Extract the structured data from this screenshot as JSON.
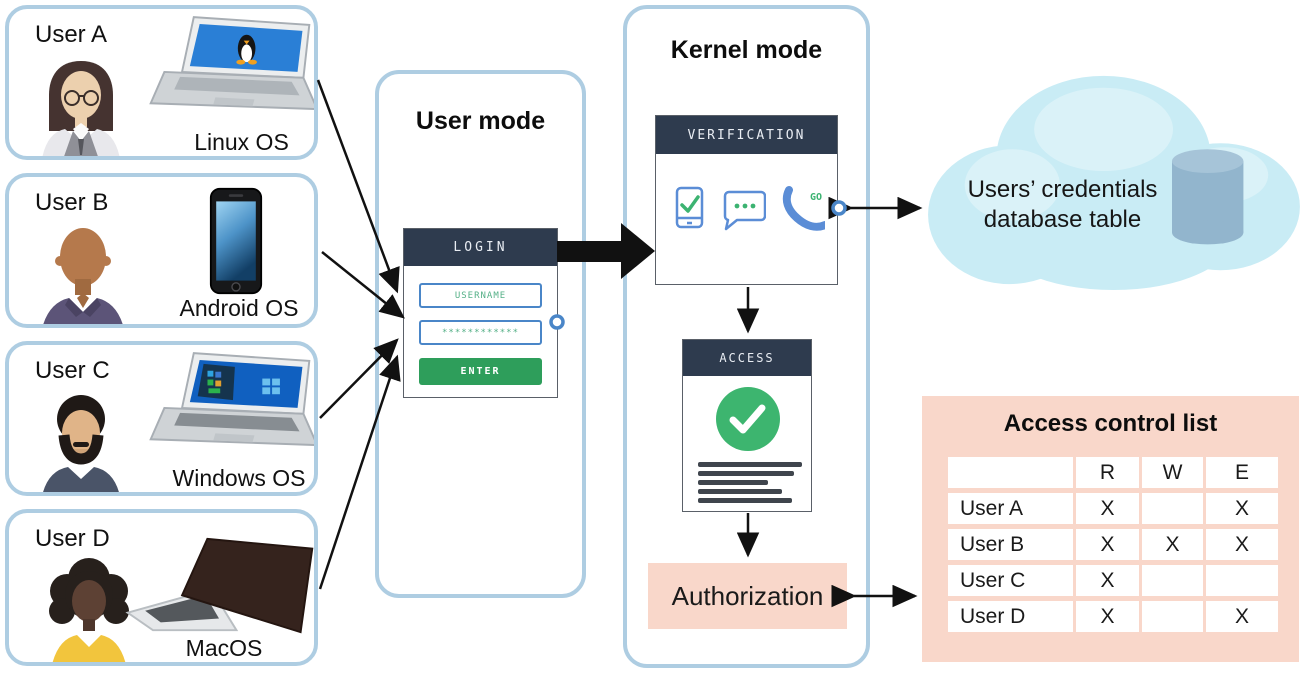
{
  "diagram": {
    "users": [
      {
        "name": "User A",
        "os": "Linux OS"
      },
      {
        "name": "User B",
        "os": "Android OS"
      },
      {
        "name": "User C",
        "os": "Windows OS"
      },
      {
        "name": "User D",
        "os": "MacOS"
      }
    ],
    "user_mode": {
      "title": "User mode",
      "login": {
        "title": "LOGIN",
        "username_placeholder": "USERNAME",
        "password_mask": "************",
        "enter_label": "ENTER"
      }
    },
    "kernel_mode": {
      "title": "Kernel mode",
      "verification": {
        "title": "VERIFICATION",
        "icons": [
          "device-check-icon",
          "sms-code-icon",
          "voice-call-icon"
        ]
      },
      "access": {
        "title": "ACCESS",
        "icon": "checkmark-icon"
      },
      "authorization_label": "Authorization"
    },
    "cloud": {
      "line1": "Users’ credentials",
      "line2": "database table",
      "icon": "database-icon"
    },
    "acl": {
      "title": "Access control list",
      "columns": [
        "R",
        "W",
        "E"
      ],
      "rows": [
        {
          "user": "User A",
          "R": "X",
          "W": "",
          "E": "X"
        },
        {
          "user": "User B",
          "R": "X",
          "W": "X",
          "E": "X"
        },
        {
          "user": "User C",
          "R": "X",
          "W": "",
          "E": ""
        },
        {
          "user": "User D",
          "R": "X",
          "W": "",
          "E": "X"
        }
      ]
    },
    "colors": {
      "box_border": "#aecde2",
      "header_navy": "#2e3b4e",
      "field_blue": "#4a86c8",
      "enter_green": "#2e9e5b",
      "check_green": "#3db56f",
      "pink": "#f9d7ca",
      "cloud_blue": "#c9ecf5",
      "database_blue": "#92b5cd",
      "arrow_black": "#111111"
    }
  }
}
